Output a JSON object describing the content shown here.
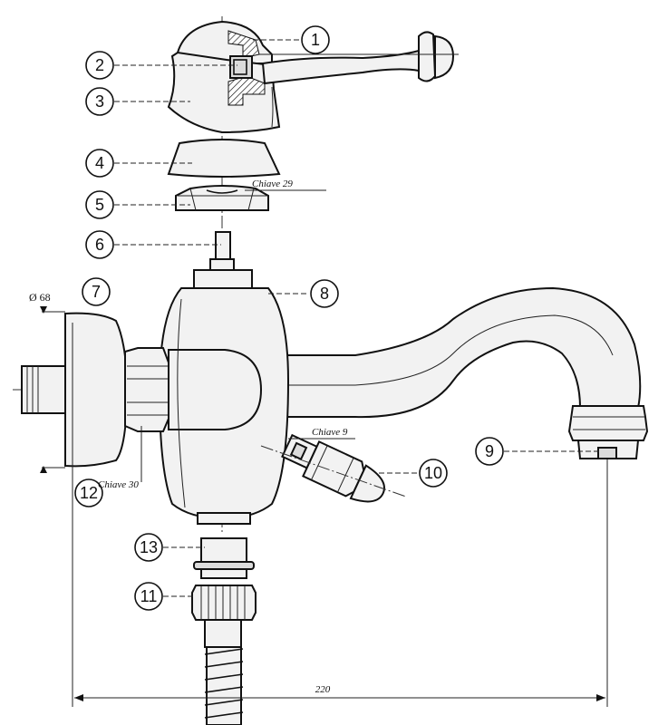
{
  "callouts": [
    {
      "id": "1",
      "label": "1"
    },
    {
      "id": "2",
      "label": "2"
    },
    {
      "id": "3",
      "label": "3"
    },
    {
      "id": "4",
      "label": "4"
    },
    {
      "id": "5",
      "label": "5"
    },
    {
      "id": "6",
      "label": "6"
    },
    {
      "id": "7",
      "label": "7"
    },
    {
      "id": "8",
      "label": "8"
    },
    {
      "id": "9",
      "label": "9"
    },
    {
      "id": "10",
      "label": "10"
    },
    {
      "id": "11",
      "label": "11"
    },
    {
      "id": "12",
      "label": "12"
    },
    {
      "id": "13",
      "label": "13"
    }
  ],
  "notes": {
    "key_29": "Chiave 29",
    "key_9": "Chiave 9",
    "key_30": "Chiave 30",
    "diameter": "Ø 68",
    "width": "220"
  }
}
